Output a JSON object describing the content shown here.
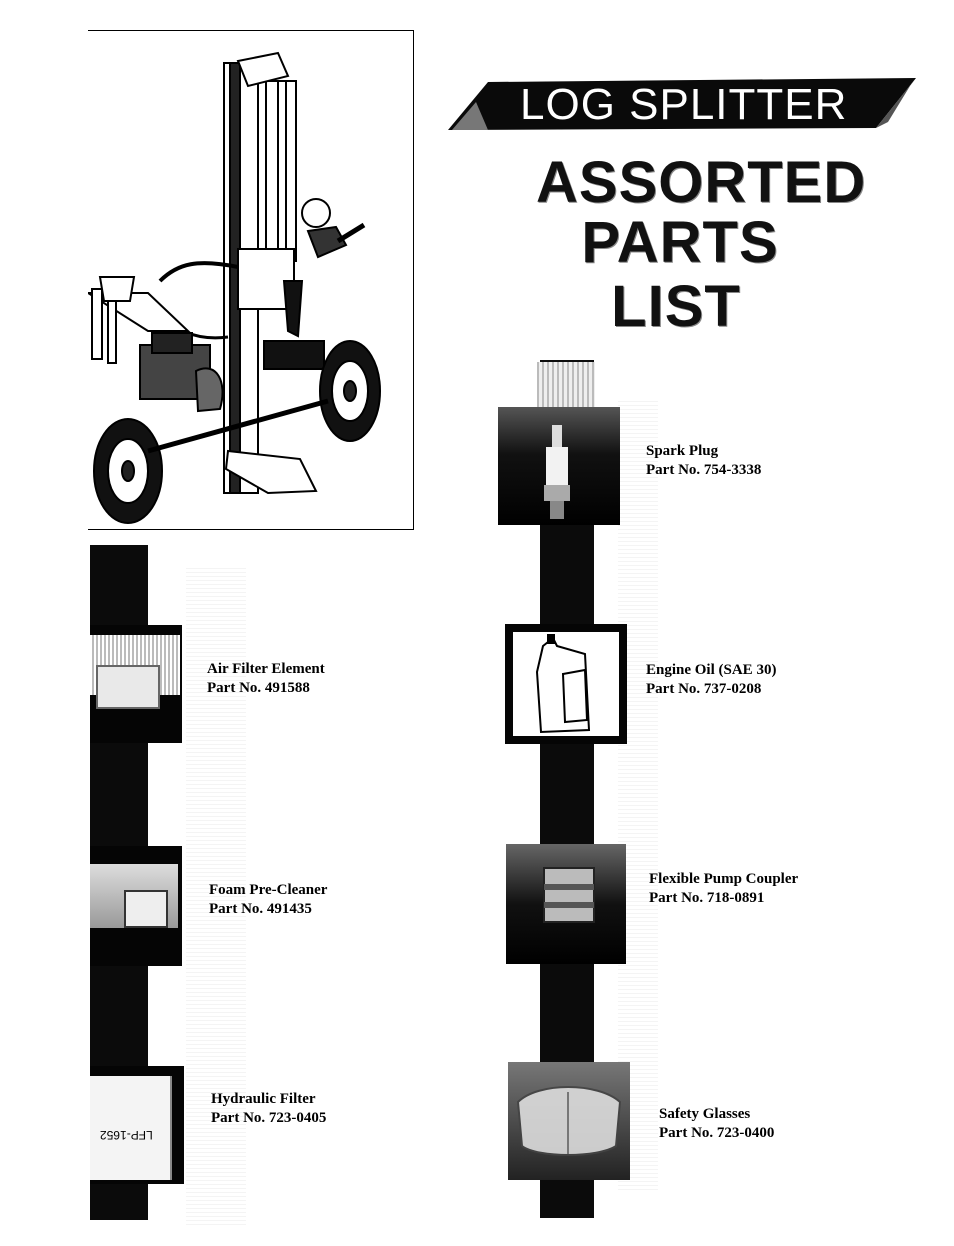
{
  "banner": {
    "text": "LOG SPLITTER"
  },
  "title": {
    "line1": "ASSORTED",
    "line2": "PARTS",
    "line3": "LIST"
  },
  "parts": [
    {
      "name": "Spark Plug",
      "part_no": "Part No. 754-3338"
    },
    {
      "name": "Air Filter Element",
      "part_no": "Part No. 491588"
    },
    {
      "name": "Engine Oil (SAE 30)",
      "part_no": "Part No. 737-0208"
    },
    {
      "name": "Foam Pre-Cleaner",
      "part_no": "Part No. 491435"
    },
    {
      "name": "Flexible Pump Coupler",
      "part_no": "Part No. 718-0891"
    },
    {
      "name": "Hydraulic Filter",
      "part_no": "Part No. 723-0405"
    },
    {
      "name": "Safety Glasses",
      "part_no": "Part No. 723-0400"
    }
  ],
  "filter_label": "LFP-1652"
}
